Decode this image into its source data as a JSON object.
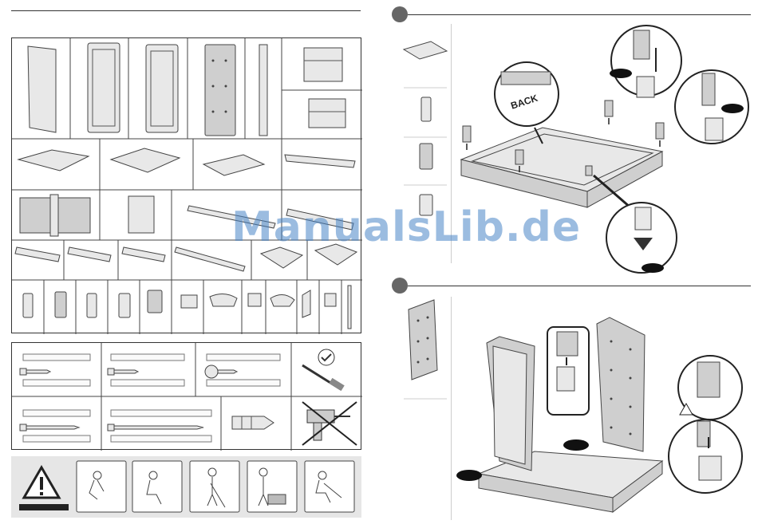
{
  "left_page": {
    "parts_grid": {
      "rows": 6
    },
    "hardware": {
      "screws": [
        "screw-1",
        "screw-2",
        "screw-3",
        "screw-4",
        "screw-5",
        "wall-plug"
      ],
      "tools": {
        "allowed": "screwdriver-icon",
        "forbidden": "power-drill-icon"
      }
    },
    "warning": {
      "icon": "warning-triangle-icon",
      "scenes": [
        "crouching-worker",
        "kneeling-worker",
        "sweeping-worker",
        "lawnmower-worker",
        "kneeling-tool-worker"
      ]
    }
  },
  "right_page": {
    "step1": {
      "back_label": "BACK"
    },
    "step2": {}
  },
  "watermark": {
    "text": "ManualsLib.de"
  },
  "colors": {
    "line": "#333333",
    "step_dot": "#666666",
    "watermark": "#4a86c8",
    "panel_fill": "#e8e8e8"
  }
}
